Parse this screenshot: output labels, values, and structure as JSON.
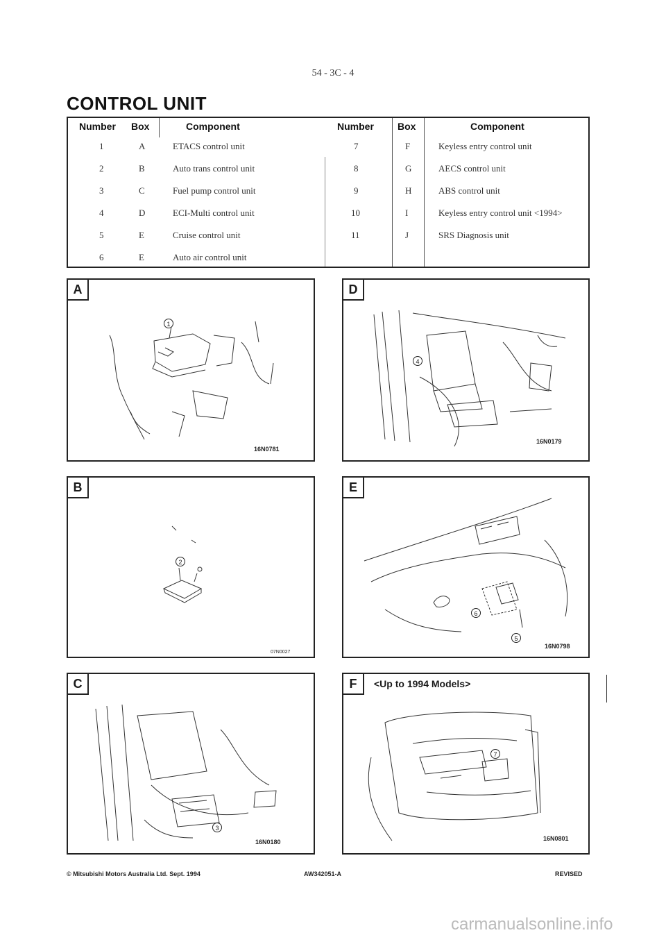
{
  "page_number": "54 - 3C - 4",
  "title": "CONTROL UNIT",
  "table": {
    "headers": {
      "number": "Number",
      "box": "Box",
      "component": "Component"
    },
    "left_rows": [
      {
        "number": "1",
        "box": "A",
        "component": "ETACS control unit"
      },
      {
        "number": "2",
        "box": "B",
        "component": "Auto trans control unit"
      },
      {
        "number": "3",
        "box": "C",
        "component": "Fuel pump control unit"
      },
      {
        "number": "4",
        "box": "D",
        "component": "ECI-Multi control unit"
      },
      {
        "number": "5",
        "box": "E",
        "component": "Cruise control unit"
      },
      {
        "number": "6",
        "box": "E",
        "component": "Auto air control unit"
      }
    ],
    "right_rows": [
      {
        "number": "7",
        "box": "F",
        "component": "Keyless entry control unit"
      },
      {
        "number": "8",
        "box": "G",
        "component": "AECS control unit"
      },
      {
        "number": "9",
        "box": "H",
        "component": "ABS control unit"
      },
      {
        "number": "10",
        "box": "I",
        "component": "Keyless entry control unit <1994>"
      },
      {
        "number": "11",
        "box": "J",
        "component": "SRS Diagnosis unit"
      }
    ]
  },
  "panels": {
    "A": {
      "label": "A",
      "code": "16N0781",
      "callouts": [
        "1"
      ]
    },
    "B": {
      "label": "B",
      "code": "07N0027",
      "callouts": [
        "2"
      ]
    },
    "C": {
      "label": "C",
      "code": "16N0180",
      "callouts": [
        "3"
      ]
    },
    "D": {
      "label": "D",
      "code": "16N0179",
      "callouts": [
        "4"
      ]
    },
    "E": {
      "label": "E",
      "code": "16N0798",
      "callouts": [
        "5",
        "6"
      ]
    },
    "F": {
      "label": "F",
      "code": "16N0801",
      "callouts": [
        "7"
      ],
      "caption": "<Up to 1994 Models>"
    }
  },
  "footer": {
    "copyright": "© Mitsubishi Motors Australia Ltd. Sept. 1994",
    "doc_id": "AW342051-A",
    "status": "REVISED"
  },
  "watermark": "carmanualsonline.info"
}
